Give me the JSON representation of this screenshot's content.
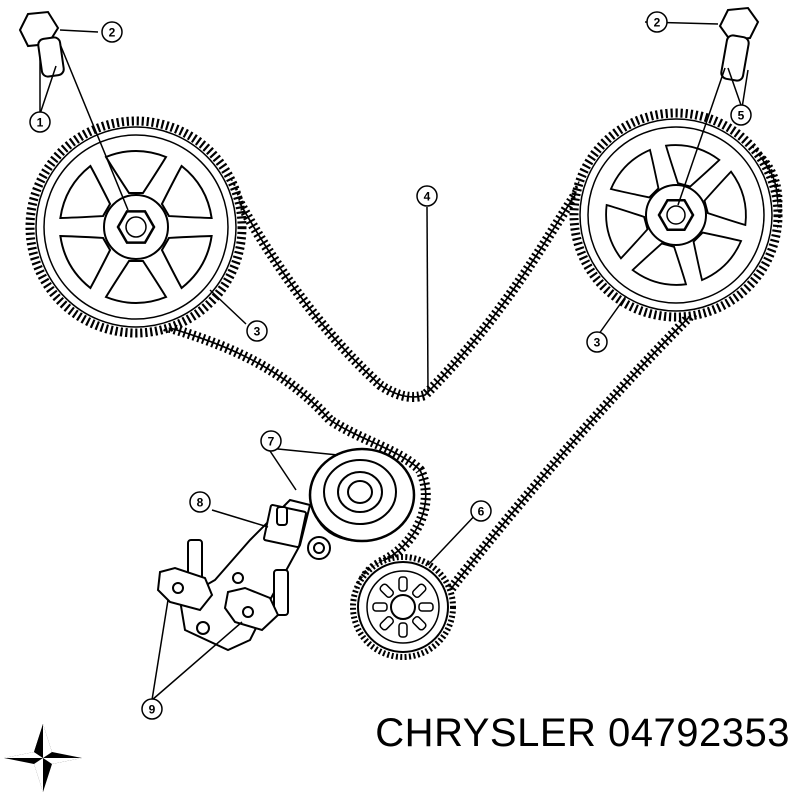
{
  "callouts": {
    "c1": "1",
    "c2a": "2",
    "c2b": "2",
    "c3a": "3",
    "c3b": "3",
    "c4": "4",
    "c5": "5",
    "c6": "6",
    "c7": "7",
    "c8": "8",
    "c9": "9"
  },
  "footer": {
    "brand": "CHRYSLER",
    "part_number": "04792353"
  },
  "colors": {
    "ink": "#000000",
    "paper": "#ffffff"
  },
  "icons": {
    "logo": "chrysler-pentastar-icon"
  }
}
